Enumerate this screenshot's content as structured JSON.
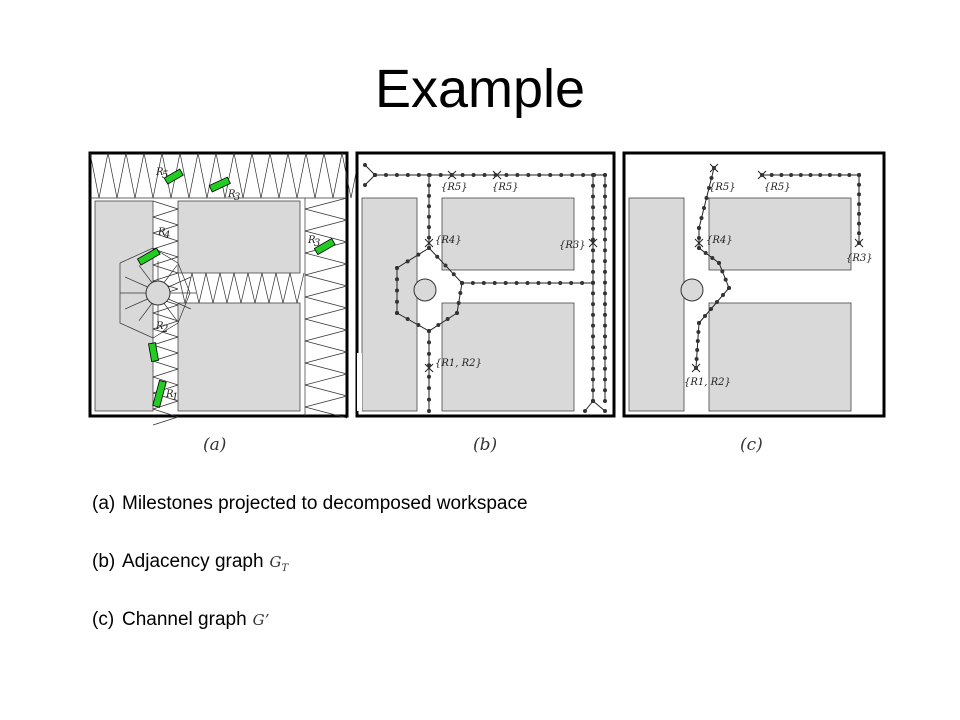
{
  "title": "Example",
  "panels": [
    {
      "label": "(a)",
      "regions": [
        "R5",
        "R3",
        "R4",
        "R1",
        "R2",
        "R1"
      ]
    },
    {
      "label": "(b)",
      "regions": [
        "{R5}",
        "{R5}",
        "{R4}",
        "{R3}",
        "{R1, R2}"
      ]
    },
    {
      "label": "(c)",
      "regions": [
        "{R5}",
        "{R5}",
        "{R4}",
        "{R3}",
        "{R1, R2}"
      ]
    }
  ],
  "captions": [
    {
      "letter": "(a)",
      "text": "Milestones projected to decomposed workspace",
      "symbol": ""
    },
    {
      "letter": "(b)",
      "text": "Adjacency graph",
      "symbol": "G",
      "symbol_sub": "T"
    },
    {
      "letter": "(c)",
      "text": "Channel graph",
      "symbol": "G’",
      "symbol_sub": ""
    }
  ],
  "colors": {
    "obstacle": "#d9d9d9",
    "robot": "#22cc22",
    "border": "#000000"
  }
}
